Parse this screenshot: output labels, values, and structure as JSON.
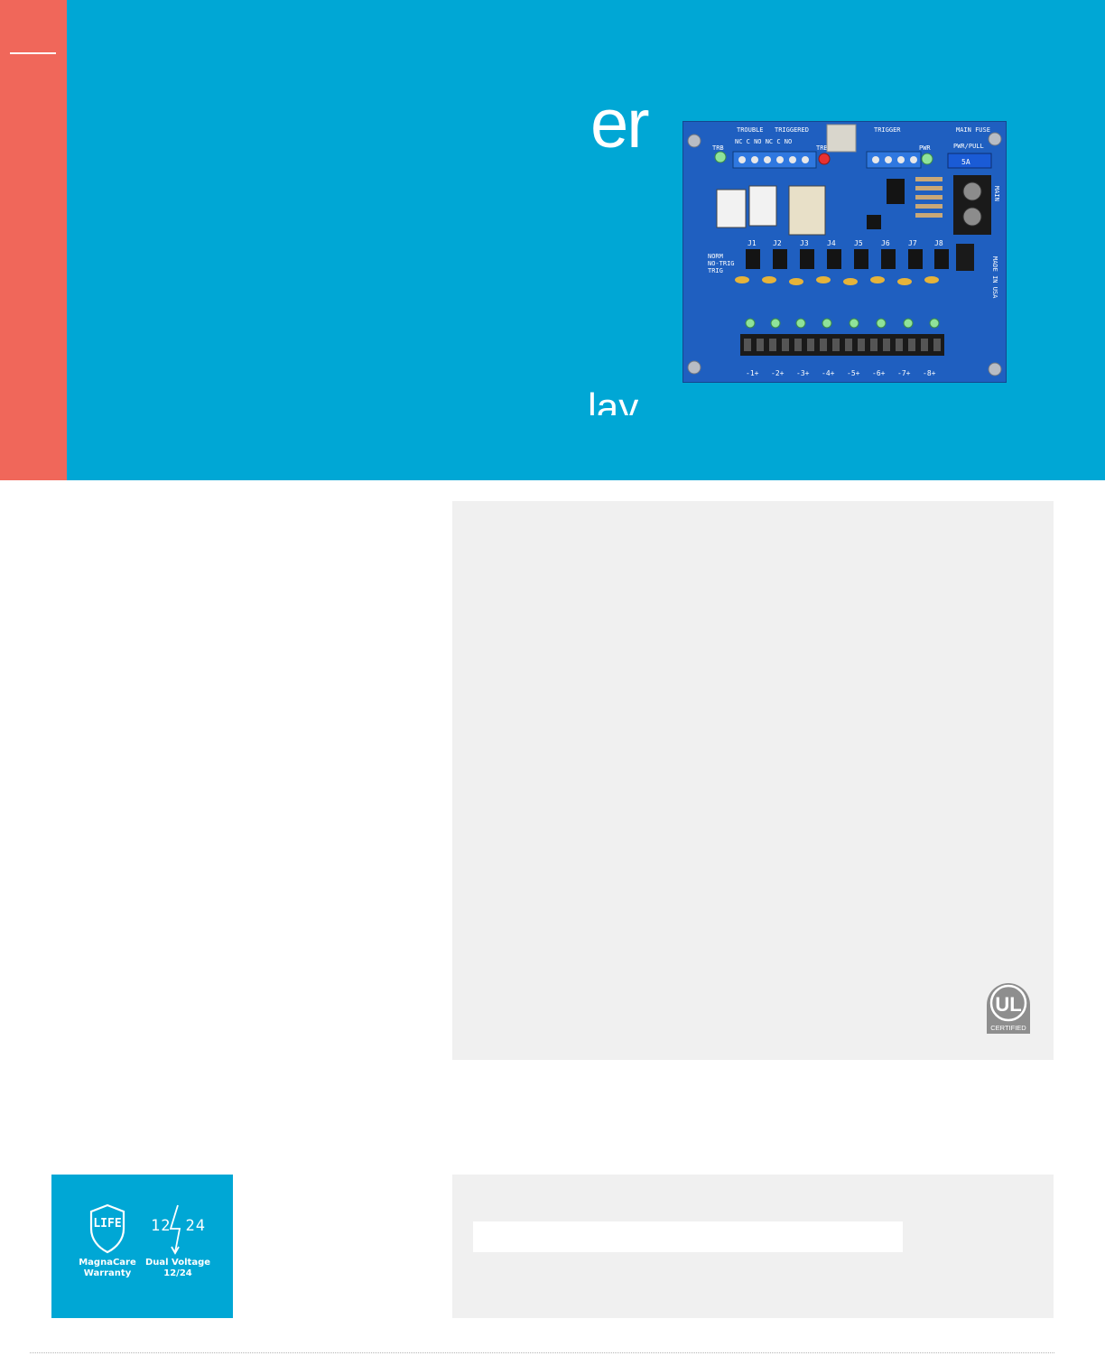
{
  "hero": {
    "title_fragment": "er",
    "subtitle_fragment": "lay",
    "background_color": "#00a7d5",
    "accent_color": "#f0675a"
  },
  "product_image": {
    "description_icon": "circuit-board-photo",
    "board_labels": {
      "trouble": "TROUBLE",
      "triggered": "TRIGGERED",
      "trigger": "TRIGGER",
      "main_fuse": "MAIN FUSE",
      "pwr_pull": "PWR/PULL",
      "contacts_left": "NC C NO NC C NO",
      "trb_left": "TRB",
      "trb_right": "TRB",
      "pwr": "PWR",
      "jumpers": [
        "J1",
        "J2",
        "J3",
        "J4",
        "J5",
        "J6",
        "J7",
        "J8"
      ],
      "trig_modes": [
        "NORM",
        "NO-TRIG",
        "TRIG"
      ],
      "outputs": [
        "-1+",
        "-2+",
        "-3+",
        "-4+",
        "-5+",
        "-6+",
        "-7+",
        "-8+"
      ],
      "made_in": "MADE IN USA",
      "main_in": "MAIN"
    }
  },
  "certification": {
    "mark": "UL",
    "label": "CERTIFIED"
  },
  "badges": {
    "warranty_icon": "LIFE",
    "warranty_label": "MagnaCare Warranty",
    "voltage_left": "12",
    "voltage_right": "24",
    "voltage_label": "Dual Voltage 12/24"
  },
  "colors": {
    "panel_gray": "#f0f0f0",
    "board_blue": "#1a5db8",
    "terminal_black": "#1a1a1a"
  }
}
